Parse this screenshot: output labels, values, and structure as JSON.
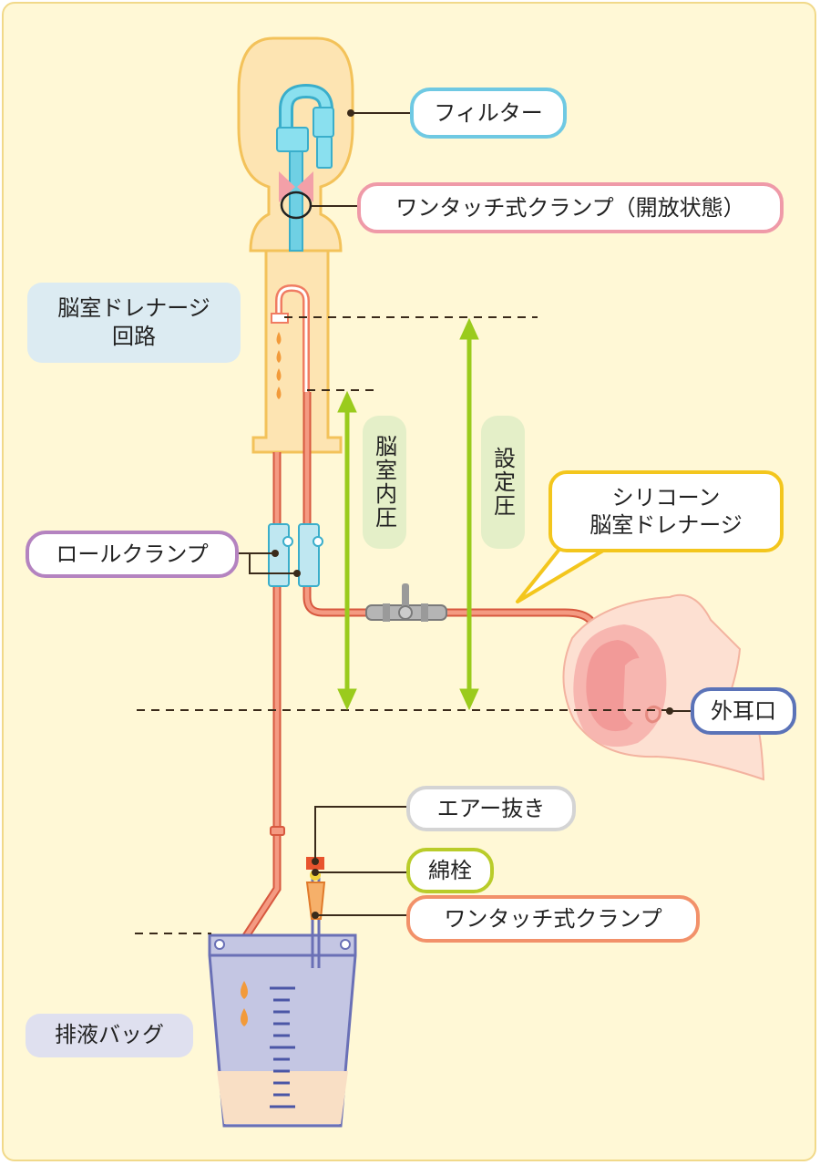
{
  "labels": {
    "filter": "フィルター",
    "clamp_open": "ワンタッチ式クランプ（開放状態）",
    "circuit": "脳室ドレナージ\n回路",
    "roll_clamp": "ロールクランプ",
    "icp": "脳室内圧",
    "set_pressure": "設定圧",
    "silicone_line1": "シリコーン",
    "silicone_line2": "脳室ドレナージ",
    "ear": "外耳口",
    "air_vent": "エアー抜き",
    "cotton_plug": "綿栓",
    "clamp": "ワンタッチ式クランプ",
    "bag": "排液バッグ"
  },
  "colors": {
    "background": "#fff8d6",
    "tube": "#f07c62",
    "chamber": "#fde4b2",
    "chamber_border": "#f3c25a",
    "filter_tube": "#4fc4dc",
    "arrow": "#9acb1d",
    "filter_border": "#6fc9e3",
    "clamp_border": "#ef9aa8",
    "roll_border": "#b483c0",
    "silicone_border": "#f3c61d",
    "ear_border": "#5b73b8",
    "air_border": "#d4d4d4",
    "cotton_border": "#b9cc2a",
    "clamp2_border": "#f2916a",
    "bag_fill": "#c4c6e3",
    "bag_liquid": "#f9dfc5"
  },
  "icons": [
    "filter-icon",
    "one-touch-clamp-icon",
    "roll-clamp-icon",
    "stopcock-icon",
    "drip-icon",
    "drainage-bag-icon",
    "head-icon"
  ]
}
